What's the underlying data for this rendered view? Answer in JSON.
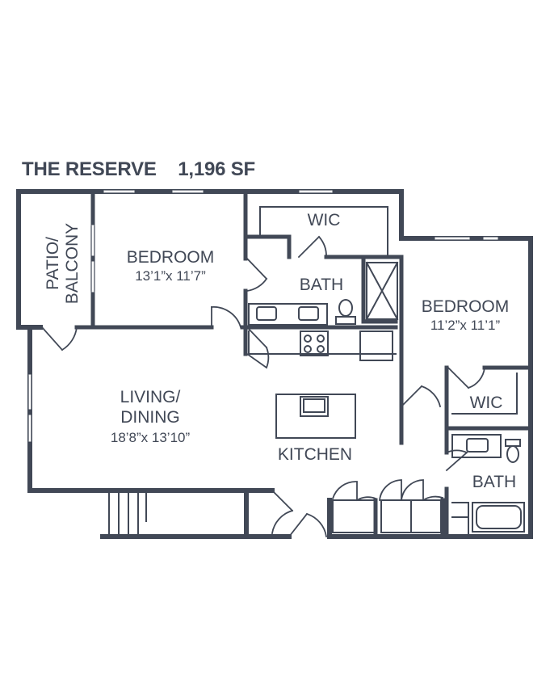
{
  "plan": {
    "name": "THE RESERVE",
    "area": "1,196 SF",
    "wall_color": "#414856",
    "fixture_color": "#414856",
    "rooms": {
      "patio_line1": "PATIO/",
      "patio_line2": "BALCONY",
      "bedroom1_name": "BEDROOM",
      "bedroom1_dims": "13’1”x 11’7”",
      "wic1": "WIC",
      "bath1": "BATH",
      "bedroom2_name": "BEDROOM",
      "bedroom2_dims": "11’2”x 11’1”",
      "wic2": "WIC",
      "bath2": "BATH",
      "living_line1": "LIVING/",
      "living_line2": "DINING",
      "living_dims": "18’8”x 13’10”",
      "kitchen": "KITCHEN"
    }
  }
}
